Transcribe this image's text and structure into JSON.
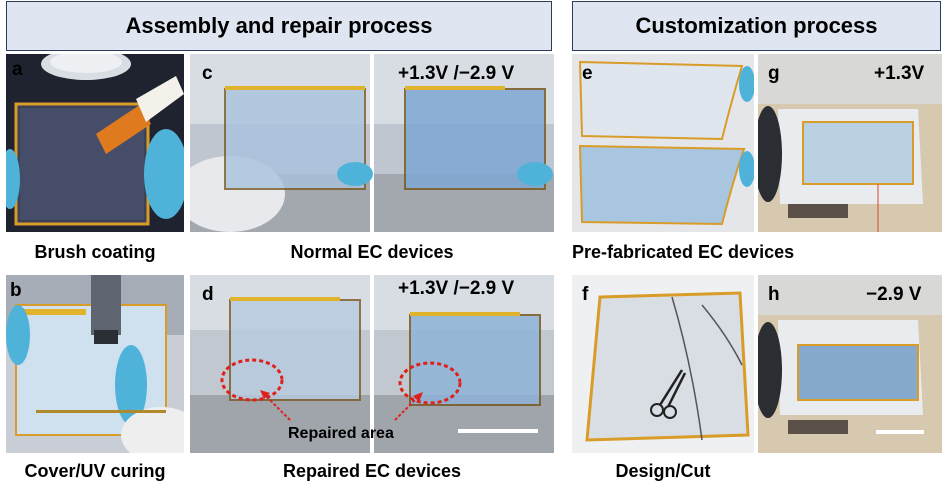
{
  "headers": {
    "left": "Assembly and repair process",
    "right": "Customization process"
  },
  "panels": {
    "a": "a",
    "b": "b",
    "c": "c",
    "d": "d",
    "e": "e",
    "f": "f",
    "g": "g",
    "h": "h"
  },
  "voltages": {
    "c": "+1.3V /−2.9 V",
    "d": "+1.3V /−2.9 V",
    "g": "+1.3V",
    "h": "−2.9 V"
  },
  "captions": {
    "a": "Brush coating",
    "b": "Cover/UV curing",
    "c": "Normal EC devices",
    "d": "Repaired EC devices",
    "e": "Pre-fabricated EC devices",
    "f": "Design/Cut"
  },
  "annotations": {
    "repaired_area": "Repaired area"
  },
  "colors": {
    "header_fill": "#dfe6f1",
    "header_border": "#2b3c5a",
    "annotation_red": "#e0201b",
    "electrode_gold": "#d4a017",
    "glove_blue": "#5bc0de"
  }
}
